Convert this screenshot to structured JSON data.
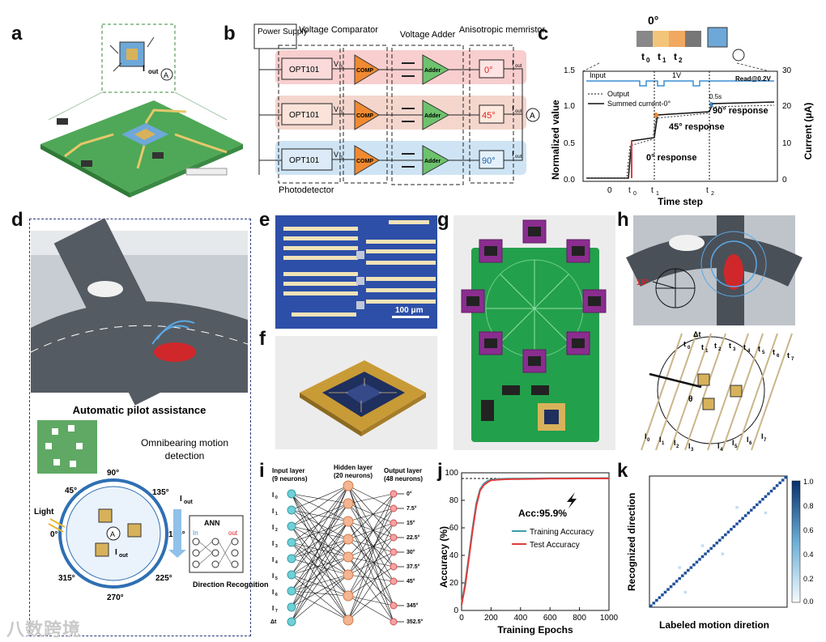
{
  "panels": {
    "a": "a",
    "b": "b",
    "c": "c",
    "d": "d",
    "e": "e",
    "f": "f",
    "g": "g",
    "h": "h",
    "i": "i",
    "j": "j",
    "k": "k"
  },
  "panel_a": {
    "iout": "I",
    "iout_sub": "out",
    "meter": "A"
  },
  "panel_b": {
    "power_supply": "Power Supply",
    "comparator": "Voltage Comparator",
    "adder": "Voltage Adder",
    "memristor": "Anisotropic memristor",
    "sensor": "OPT101",
    "vin": "V",
    "vin_sub": "in",
    "comp": "COMP",
    "adder_box": "Adder",
    "angles": [
      "0°",
      "45°",
      "90°"
    ],
    "iout": "I",
    "iout_sub": "out",
    "photodetector": "Photodetector",
    "meter": "A"
  },
  "panel_c": {
    "top_angle": "0°",
    "top_times": [
      "t",
      "t",
      "t"
    ],
    "top_subs": [
      "0",
      "1",
      "2"
    ],
    "ylabel_left": "Normalized value",
    "ylabel_right": "Current (μA)",
    "xlabel": "Time step",
    "input_label": "Input",
    "input_v": "1V",
    "read_label": "Read@0.2V",
    "pulse_label": "0.5s",
    "legend": [
      "Output",
      "Summed current-0°"
    ],
    "ann": [
      "90° response",
      "45° response",
      "0° response"
    ],
    "yticks_left": [
      "0.0",
      "0.5",
      "1.0",
      "1.5"
    ],
    "yticks_right": [
      "0",
      "10",
      "20",
      "30"
    ],
    "xticks": [
      "0",
      "t",
      "t",
      "t"
    ],
    "xtick_subs": [
      "",
      "0",
      "1",
      "2"
    ]
  },
  "panel_d": {
    "title": "Automatic pilot assistance",
    "subtitle1": "Omnibearing motion",
    "subtitle2": "detection",
    "light": "Light",
    "angles": [
      "90°",
      "45°",
      "135°",
      "0°",
      "180°",
      "315°",
      "225°",
      "270°"
    ],
    "iout": "I",
    "iout_sub": "out",
    "meter": "A",
    "ann": "ANN",
    "in": "In",
    "out": "out",
    "recognition": "Direction Recognition"
  },
  "panel_e": {
    "scale": "100 μm"
  },
  "panel_h": {
    "angle": "15°",
    "dt": "Δt",
    "times": [
      "t",
      "t",
      "t",
      "t",
      "t",
      "t",
      "t",
      "t"
    ],
    "time_subs": [
      "0",
      "1",
      "2",
      "3",
      "4",
      "5",
      "6",
      "7"
    ],
    "theta": "θ",
    "currents": [
      "I",
      "I",
      "I",
      "I",
      "I",
      "I",
      "I",
      "I"
    ],
    "current_subs": [
      "0",
      "1",
      "2",
      "3",
      "4",
      "5",
      "6",
      "7"
    ]
  },
  "panel_i": {
    "input_title": "Input layer",
    "input_sub": "(9 neurons)",
    "hidden_title": "Hidden layer",
    "hidden_sub": "(20 neurons)",
    "output_title": "Output layer",
    "output_sub": "(48 neurons)",
    "inputs": [
      "I",
      "I",
      "I",
      "I",
      "I",
      "I",
      "I",
      "I"
    ],
    "input_subs": [
      "0",
      "1",
      "2",
      "3",
      "4",
      "5",
      "6",
      "7"
    ],
    "ratio": "Δt",
    "outputs": [
      "0°",
      "7.5°",
      "15°",
      "22.5°",
      "30°",
      "37.5°",
      "45°",
      "345°",
      "352.5°"
    ]
  },
  "panel_k": {
    "ylabel": "Recognized direction",
    "xlabel": "Labeled motion diretion",
    "cbar_ticks": [
      "1.0",
      "0.8",
      "0.6",
      "0.4",
      "0.2",
      "0.0"
    ]
  },
  "watermark": "八数跨境",
  "chart_data": [
    {
      "type": "line",
      "title": "",
      "xlabel": "Training Epochs",
      "ylabel": "Accuracy (%)",
      "xlim": [
        0,
        1000
      ],
      "ylim": [
        0,
        100
      ],
      "xticks": [
        "0",
        "200",
        "400",
        "600",
        "800",
        "1000"
      ],
      "yticks": [
        "0",
        "20",
        "40",
        "60",
        "80",
        "100"
      ],
      "annotation": "Acc:95.9%",
      "reference_line": 95.9,
      "series": [
        {
          "name": "Training Accuracy",
          "color": "#3a9ea5",
          "x": [
            0,
            25,
            50,
            75,
            100,
            125,
            150,
            175,
            200,
            250,
            300,
            400,
            500,
            600,
            700,
            800,
            900,
            1000
          ],
          "y": [
            5,
            20,
            40,
            60,
            78,
            88,
            92,
            94,
            95,
            95.5,
            95.7,
            95.8,
            95.9,
            96,
            96,
            96.1,
            96.1,
            96.2
          ]
        },
        {
          "name": "Test Accuracy",
          "color": "#e23b3b",
          "x": [
            0,
            25,
            50,
            75,
            100,
            125,
            150,
            175,
            200,
            250,
            300,
            400,
            500,
            600,
            700,
            800,
            900,
            1000
          ],
          "y": [
            4,
            18,
            38,
            58,
            76,
            87,
            91,
            93,
            94.5,
            95,
            95.3,
            95.5,
            95.6,
            95.8,
            95.8,
            95.9,
            95.9,
            95.9
          ]
        }
      ]
    },
    {
      "type": "heatmap",
      "title": "",
      "xlabel": "Labeled motion diretion",
      "ylabel": "Recognized direction",
      "size": 48,
      "colorbar": [
        0.0,
        1.0
      ],
      "note": "near-identity confusion matrix"
    }
  ]
}
